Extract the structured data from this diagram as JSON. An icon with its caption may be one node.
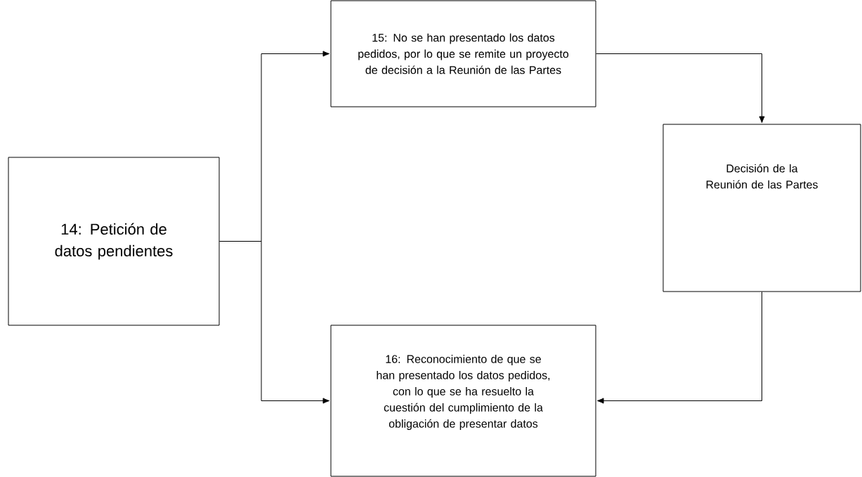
{
  "diagram": {
    "nodes": [
      {
        "text": [
          "14: Petición de datos pendientes"
        ]
      },
      {
        "text": [
          "15: No se han presentado los datos pedidos, por lo que se remite un proyecto de decisión a la Reunión de las Partes"
        ]
      },
      {
        "text": [
          "Decisión de la Reunión de las Partes"
        ]
      },
      {
        "text": [
          "16: Reconocimiento de que se han presentado los datos pedidos, con lo que se ha resuelto la cuestión del cumplimiento de la obligación de presentar datos"
        ]
      }
    ],
    "edges": [
      {
        "from": 0,
        "to": 1,
        "arrow": "to"
      },
      {
        "from": 0,
        "to": 3,
        "arrow": "to"
      },
      {
        "from": 1,
        "to": 2,
        "arrow": "to"
      },
      {
        "from": 2,
        "to": 3,
        "arrow": "to"
      }
    ]
  }
}
